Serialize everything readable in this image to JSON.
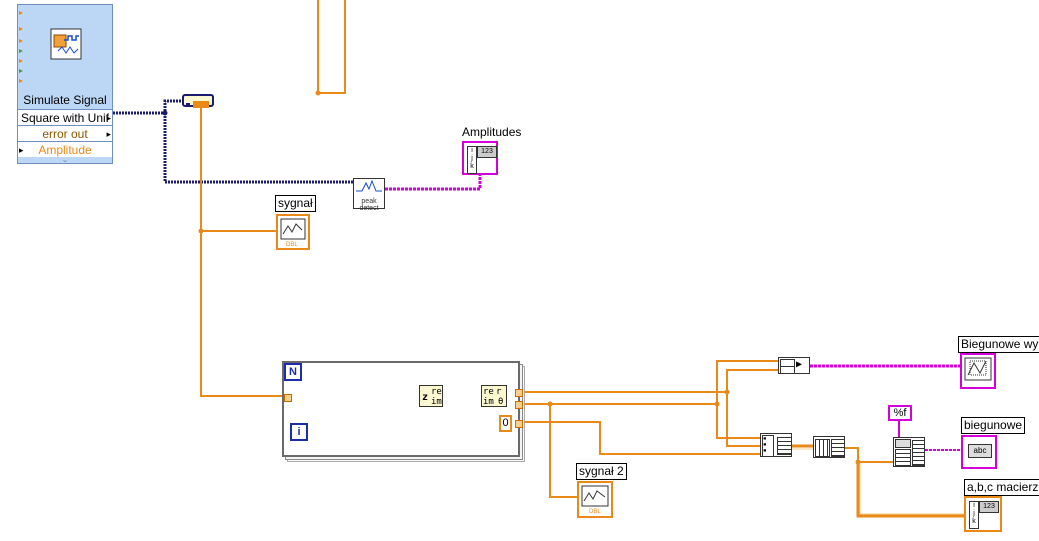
{
  "express_vi": {
    "title": "Simulate Signal",
    "signal_type": "Square with Unif",
    "error_out": "error out",
    "amplitude": "Amplitude"
  },
  "labels": {
    "amplitudes": "Amplitudes",
    "sygnal": "sygnał",
    "sygnal2": "sygnał 2",
    "biegunowe_wy": "Biegunowe wy",
    "biegunowe": "biegunowe",
    "abc_macierz": "a,b,c macierz"
  },
  "nodes": {
    "peak_detect_line1": "peak",
    "peak_detect_line2": "detect",
    "format_string": "%f",
    "constant_zero": "0",
    "loop_count": "N",
    "loop_index": "i",
    "indicator_numeric": "123",
    "indicator_dbl": "DBL",
    "indicator_string": "abc"
  },
  "colors": {
    "orange_wire": "#e98a18",
    "pink_wire": "#d600d6",
    "dynamic_wire": "#1a1a6e"
  }
}
